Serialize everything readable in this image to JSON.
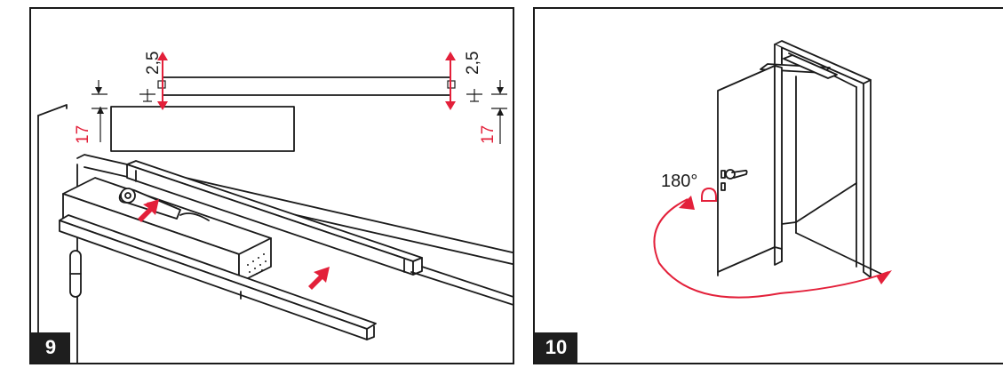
{
  "figures": [
    {
      "step_number": "9",
      "dimensions": {
        "gap_left": "2,5",
        "gap_right": "2,5",
        "offset_left": "17",
        "offset_right": "17"
      }
    },
    {
      "step_number": "10",
      "angle_label": "180°"
    }
  ],
  "colors": {
    "accent": "#e3203a",
    "line": "#1a1a1a",
    "badge": "#1e1e1e"
  }
}
